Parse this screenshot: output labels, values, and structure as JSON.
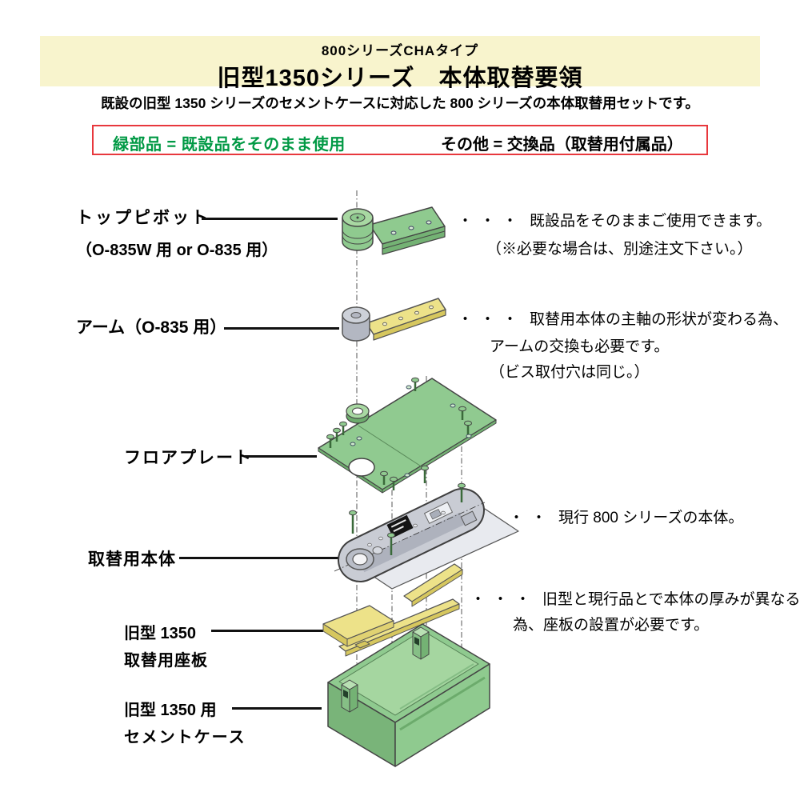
{
  "header": {
    "series_line": "800シリーズCHAタイプ",
    "title": "旧型1350シリーズ　本体取替要領"
  },
  "subtitle": "既設の旧型 1350 シリーズのセメントケースに対応した 800 シリーズの本体取替用セットです。",
  "legend": {
    "green_rule": "緑部品 = 既設品をそのまま使用",
    "other_rule": "その他 = 交換品（取替用付属品）"
  },
  "parts": [
    {
      "label": "トップピボット",
      "sub": "（O-835W 用 or O-835 用）"
    },
    {
      "label": "アーム（O-835 用）"
    },
    {
      "label": "フロアプレート"
    },
    {
      "label": "取替用本体"
    },
    {
      "label": "旧型 1350",
      "sub": "取替用座板"
    },
    {
      "label": "旧型 1350 用",
      "sub": "セメントケース"
    }
  ],
  "notes": [
    {
      "dots": "・・・",
      "lines": [
        "既設品をそのままご使用できます。",
        "（※必要な場合は、別途注文下さい。）"
      ]
    },
    {
      "dots": "・・・",
      "lines": [
        "取替用本体の主軸の形状が変わる為、",
        "アームの交換も必要です。",
        "（ビス取付穴は同じ。）"
      ]
    },
    {
      "dots": "・・・",
      "lines": [
        "現行 800 シリーズの本体。"
      ]
    },
    {
      "dots": "・・・",
      "lines": [
        "旧型と現行品とで本体の厚みが異なる",
        "為、座板の設置が必要です。"
      ]
    }
  ],
  "colors": {
    "header_beige": "#f8f4cd",
    "legend_border_red": "#e8383d",
    "reuse_green_text": "#009944",
    "part_green": "#8fca8f",
    "part_yellow": "#ede289",
    "part_gray": "#c9ccd4"
  }
}
